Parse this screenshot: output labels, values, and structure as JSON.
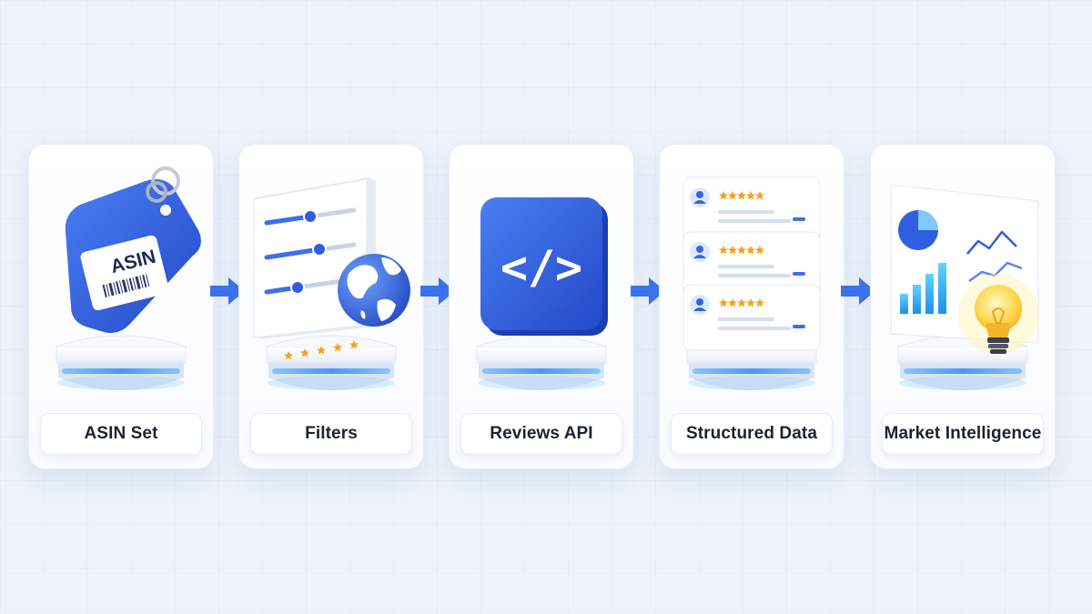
{
  "steps": [
    {
      "id": "asin-set",
      "label": "ASIN Set",
      "tag_text": "ASIN"
    },
    {
      "id": "filters",
      "label": "Filters"
    },
    {
      "id": "reviews-api",
      "label": "Reviews API",
      "code_glyph": "</>"
    },
    {
      "id": "structured-data",
      "label": "Structured Data"
    },
    {
      "id": "market-intelligence",
      "label": "Market Intelligence"
    }
  ],
  "colors": {
    "primary_blue": "#2f5fe0",
    "glow_blue": "#4aa3ff",
    "star_orange": "#f5a21b",
    "text_dark": "#1c2233",
    "bulb_yellow": "#ffd54a"
  },
  "icons": [
    "tag-icon",
    "sliders-icon",
    "globe-icon",
    "code-icon",
    "user-icon",
    "star-icon",
    "pie-chart-icon",
    "bar-chart-icon",
    "line-chart-icon",
    "lightbulb-icon",
    "arrow-right-icon"
  ]
}
